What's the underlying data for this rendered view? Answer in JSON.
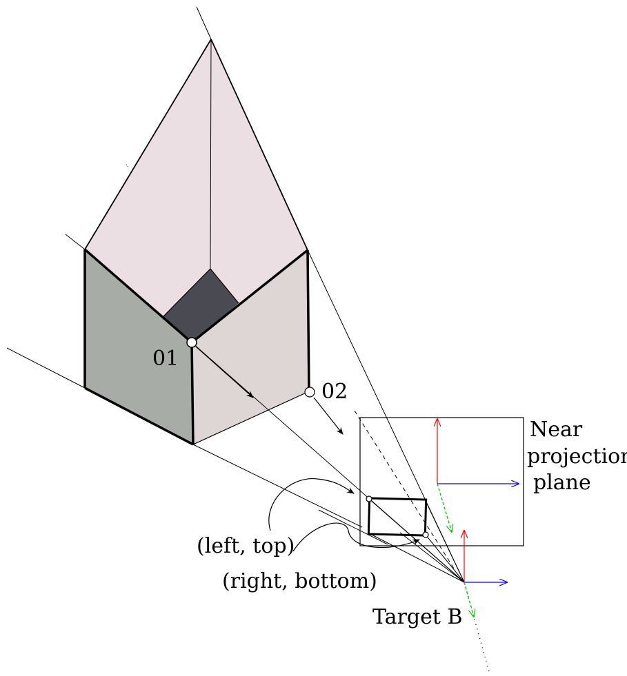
{
  "labels": {
    "point1": "01",
    "point2": "02",
    "plane_line1": "Near",
    "plane_line2": "projection",
    "plane_line3": "plane",
    "left_top": "(left, top)",
    "right_bottom": "(right, bottom)",
    "target": "Target B"
  },
  "colors": {
    "roof": "#ecdfe3",
    "hole": "#4a4a52",
    "left_wall": "#a8aca6",
    "right_wall": "#ddd6d4",
    "axis_up": "#ff0000",
    "axis_right": "#0000ff",
    "axis_down": "#00cc00"
  }
}
